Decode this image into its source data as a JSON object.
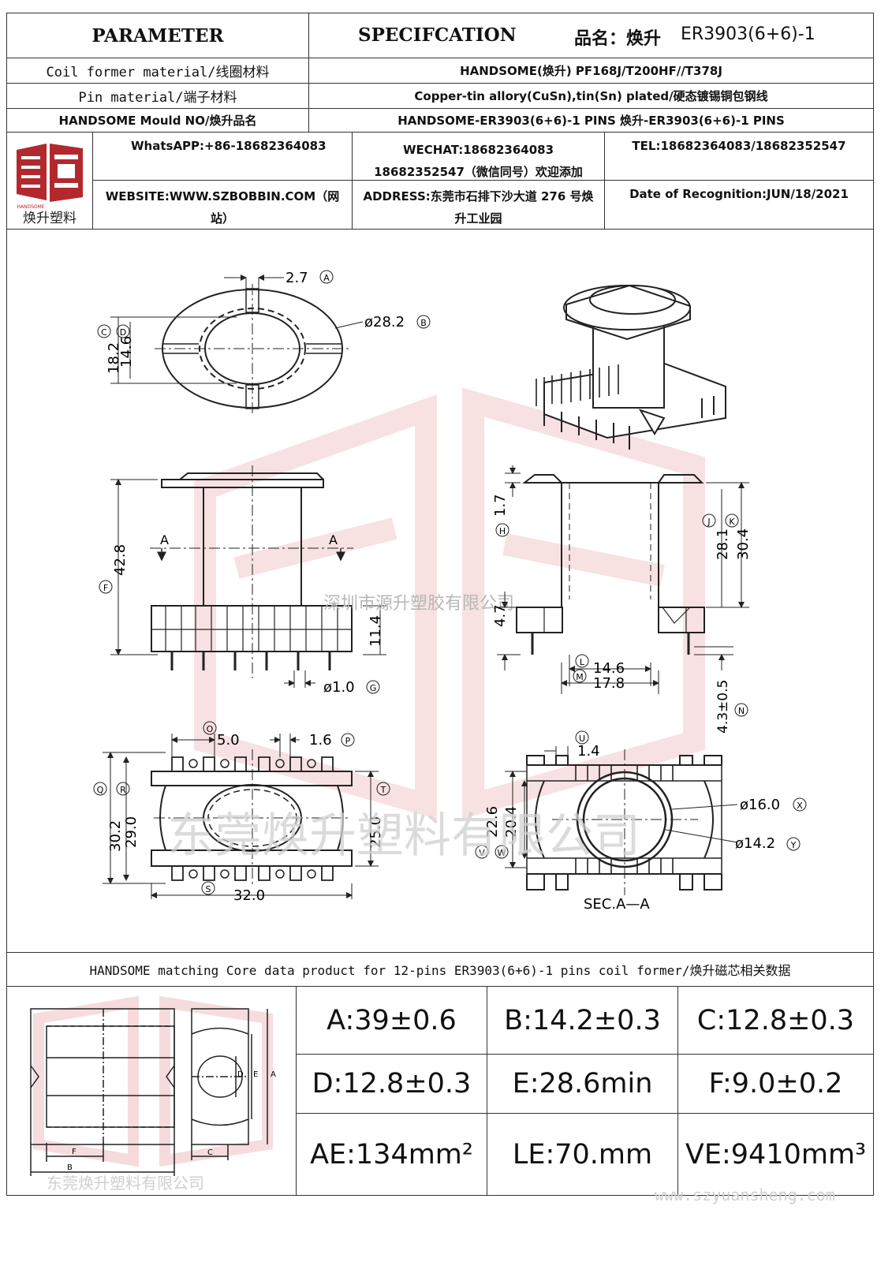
{
  "header": {
    "parameter_label": "PARAMETER",
    "spec_label": "SPECIFCATION",
    "product_name_label": "品名：焕升",
    "product_name": "ER3903(6+6)-1"
  },
  "rows": [
    {
      "label": "Coil former material/线圈材料",
      "value": "HANDSOME(焕升)   PF168J/T200HF//T378J"
    },
    {
      "label": "Pin material/端子材料",
      "value": "Copper-tin allory(CuSn),tin(Sn) plated/硬态镀锡铜包钢线"
    },
    {
      "label": "HANDSOME Mould NO/焕升品名",
      "value": "HANDSOME-ER3903(6+6)-1 PINS   焕升-ER3903(6+6)-1 PINS"
    }
  ],
  "company": {
    "logo_caption": "焕升塑料",
    "logo_text": "HANDSOME",
    "whatsapp": "WhatsAPP:+86-18682364083",
    "wechat_line1": "WECHAT:18682364083",
    "wechat_line2": "18682352547（微信同号）欢迎添加",
    "tel": "TEL:18682364083/18682352547",
    "website": "WEBSITE:WWW.SZBOBBIN.COM（网站）",
    "address": "ADDRESS:东莞市石排下沙大道 276 号焕升工业园",
    "date": "Date of Recognition:JUN/18/2021"
  },
  "drawing": {
    "dims": {
      "d27": "2.7",
      "d282": "ø28.2",
      "d182": "18.2",
      "d146": "14.6",
      "d428": "42.8",
      "d114": "11.4",
      "d10": "ø1.0",
      "d17": "1.7",
      "d47": "4.7",
      "d281": "28.1",
      "d304": "30.4",
      "d146b": "14.6",
      "d178": "17.8",
      "d43": "4.3±0.5",
      "d50": "5.0",
      "d16": "1.6",
      "d302": "30.2",
      "d290": "29.0",
      "d250": "25.0",
      "d320": "32.0",
      "d14": "1.4",
      "d226": "22.6",
      "d204": "20.4",
      "d160": "ø16.0",
      "d142": "ø14.2"
    },
    "letters": {
      "A": "A",
      "B": "B",
      "C": "C",
      "D": "D",
      "F": "F",
      "G": "G",
      "H": "H",
      "J": "J",
      "K": "K",
      "L": "L",
      "M": "M",
      "N": "N",
      "O": "O",
      "P": "P",
      "Q": "Q",
      "R": "R",
      "S": "S",
      "T": "T",
      "U": "U",
      "V": "V",
      "W": "W",
      "X": "X",
      "Y": "Y"
    },
    "section_arrow": "A",
    "section_label": "SEC.A—A",
    "watermark_top": "深圳市源升塑胶有限公司",
    "watermark_main": "东莞焕升塑料有限公司"
  },
  "core": {
    "title": "HANDSOME matching Core data  product for 12-pins ER3903(6+6)-1 pins coil former/焕升磁芯相关数据",
    "watermark": "东莞焕升塑料有限公司",
    "url_watermark": "www.szyuansheng.com",
    "sketch_letters": {
      "A": "A",
      "B": "B",
      "C": "C",
      "D": "D",
      "E": "E",
      "F": "F"
    },
    "values": [
      [
        "A:39±0.6",
        "B:14.2±0.3",
        "C:12.8±0.3"
      ],
      [
        "D:12.8±0.3",
        "E:28.6min",
        "F:9.0±0.2"
      ],
      [
        "AE:134mm²",
        "LE:70.mm",
        "VE:9410mm³"
      ]
    ]
  }
}
